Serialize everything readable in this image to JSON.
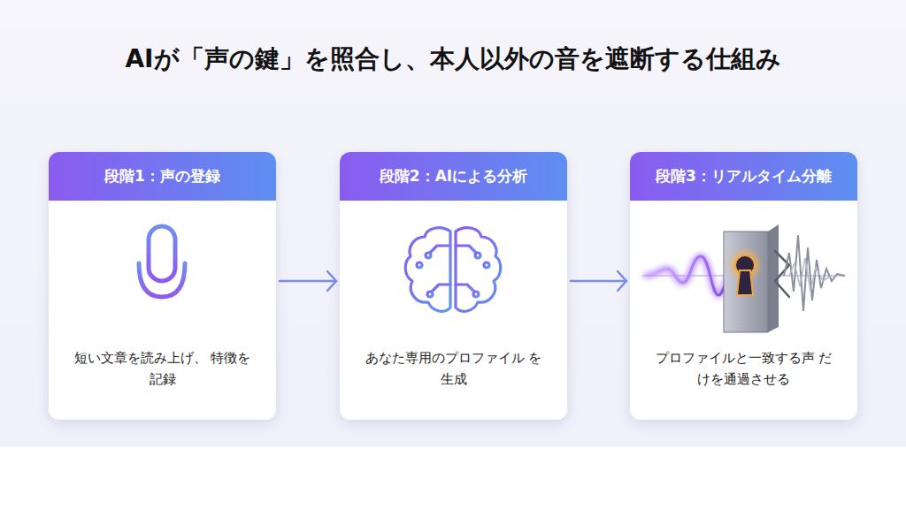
{
  "diagram": {
    "title": "AIが「声の鍵」を照合し、本人以外の音を遮断する仕組み",
    "nodes": [
      {
        "text": [
          "段階1：声の登録",
          "短い文章を読み上げ、 特徴を記録"
        ]
      },
      {
        "text": [
          "段階2：AIによる分析",
          "あなた専用のプロファイル を生成"
        ]
      },
      {
        "text": [
          "段階3：リアルタイム分離",
          "プロファイルと一致する声 だけを通過させる"
        ]
      }
    ],
    "edges": [
      {
        "from": 0,
        "to": 1,
        "arrow": "to"
      },
      {
        "from": 1,
        "to": 2,
        "arrow": "to"
      }
    ]
  }
}
